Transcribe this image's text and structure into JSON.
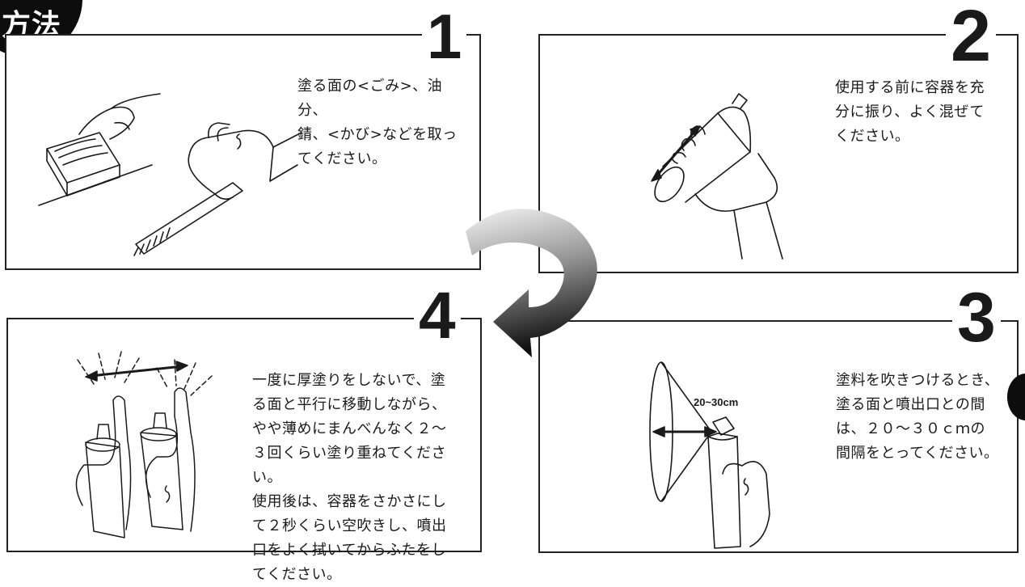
{
  "header": {
    "title": "方法"
  },
  "steps": [
    {
      "number": "1",
      "lines": [
        "塗る面の<ごみ>、油分、",
        "錆、<かび>などを取っ",
        "てください。"
      ]
    },
    {
      "number": "2",
      "lines": [
        "使用する前に容器を充",
        "分に振り、よく混ぜて",
        "ください。"
      ]
    },
    {
      "number": "3",
      "lines": [
        "塗料を吹きつけるとき、",
        "塗る面と噴出口との間",
        "は、２０～３０ｃｍの",
        "間隔をとってください。"
      ]
    },
    {
      "number": "4",
      "lines": [
        "一度に厚塗りをしないで、塗",
        "る面と平行に移動しながら、",
        "やや薄めにまんべんなく２～",
        "３回くらい塗り重ねてください。",
        "使用後は、容器をさかさにし",
        "て２秒くらい空吹きし、噴出",
        "口をよく拭いてからふたをし",
        "てください。"
      ]
    }
  ],
  "distance_label": "20~30cm",
  "colors": {
    "ink": "#1a1a1a",
    "badge": "#0d0d0d",
    "arrow_light": "#f2f2f2",
    "arrow_dark": "#111111"
  }
}
